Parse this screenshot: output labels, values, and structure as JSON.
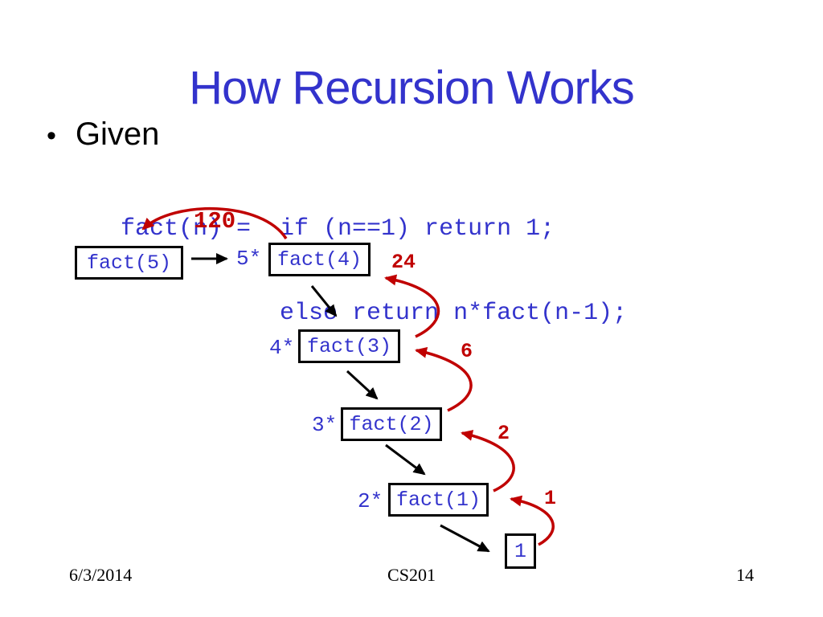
{
  "title": "How Recursion Works",
  "bullet": {
    "marker": "•",
    "text": "Given"
  },
  "code": {
    "line1": "fact(n) =  if (n==1) return 1;",
    "line2": "           else return n*fact(n-1);"
  },
  "diagram": {
    "boxes": {
      "fact5": "fact(5)",
      "fact4": "fact(4)",
      "fact3": "fact(3)",
      "fact2": "fact(2)",
      "fact1": "fact(1)",
      "result": "1"
    },
    "multipliers": {
      "m5": "5*",
      "m4": "4*",
      "m3": "3*",
      "m2": "2*"
    },
    "returns": {
      "r120": "120",
      "r24": "24",
      "r6": "6",
      "r2": "2",
      "r1": "1"
    },
    "colors": {
      "code_blue": "#3333CC",
      "arrow_red": "#C00000",
      "line_black": "#000000",
      "background": "#FFFFFF"
    }
  },
  "footer": {
    "date": "6/3/2014",
    "course": "CS201",
    "page": "14"
  }
}
